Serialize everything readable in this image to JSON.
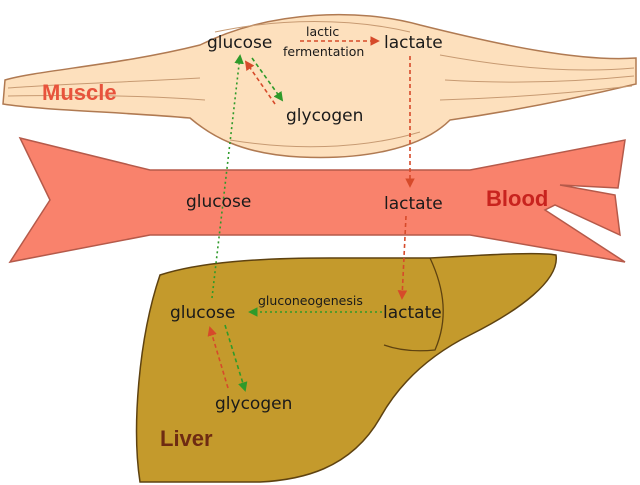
{
  "organs": {
    "muscle": "Muscle",
    "blood": "Blood",
    "liver": "Liver"
  },
  "muscle": {
    "glucose": "glucose",
    "glycogen": "glycogen",
    "lactate": "lactate",
    "process_line1": "lactic",
    "process_line2": "fermentation"
  },
  "blood": {
    "glucose": "glucose",
    "lactate": "lactate"
  },
  "liver": {
    "glucose": "glucose",
    "glycogen": "glycogen",
    "lactate": "lactate",
    "process": "gluconeogenesis"
  },
  "colors": {
    "muscle_fill": "#fde0bd",
    "muscle_label": "#e8533c",
    "blood_fill": "#f9826c",
    "blood_label": "#c8231e",
    "liver_fill": "#c49a2c",
    "liver_label": "#6e2b12",
    "arrow_red": "#d64a2a",
    "arrow_green": "#2f9a2a"
  }
}
